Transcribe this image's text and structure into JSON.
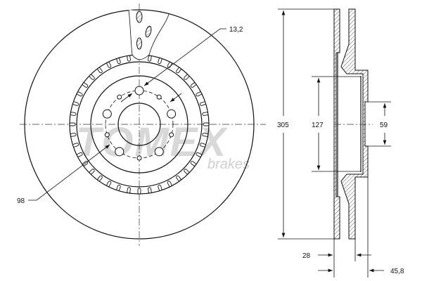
{
  "watermark": {
    "brand": "TOMEX",
    "sub": "brakes",
    "color": "#d8d8d8"
  },
  "dimensions": {
    "bolt_hole_diameter": "13,2",
    "bolt_circle_diameter": "98",
    "outer_diameter": "305",
    "hat_diameter": "127",
    "center_bore": "59",
    "thickness": "28",
    "total_height": "45,8"
  },
  "line_color": "#111111"
}
